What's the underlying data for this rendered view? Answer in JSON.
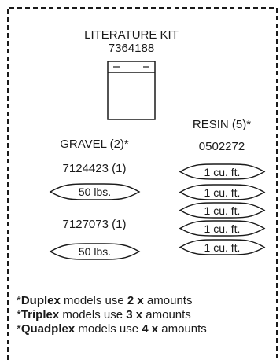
{
  "literature_kit": {
    "title": "LITERATURE KIT",
    "part_number": "7364188"
  },
  "resin": {
    "title": "RESIN (5)*",
    "part_number": "0502272",
    "bags": [
      "1 cu. ft.",
      "1 cu. ft.",
      "1 cu. ft.",
      "1 cu. ft.",
      "1 cu. ft."
    ]
  },
  "gravel": {
    "title": "GRAVEL (2)*",
    "items": [
      {
        "part_number": "7124423 (1)",
        "bag_label": "50 lbs."
      },
      {
        "part_number": "7127073 (1)",
        "bag_label": "50 lbs."
      }
    ]
  },
  "notes": [
    {
      "prefix": "*",
      "model": "Duplex",
      "mid": " models use ",
      "amount": "2 x",
      "suffix": " amounts"
    },
    {
      "prefix": "*",
      "model": "Triplex",
      "mid": " models use ",
      "amount": "3 x",
      "suffix": " amounts"
    },
    {
      "prefix": "*",
      "model": "Quadplex",
      "mid": " models use ",
      "amount": "4 x",
      "suffix": " amounts"
    }
  ]
}
